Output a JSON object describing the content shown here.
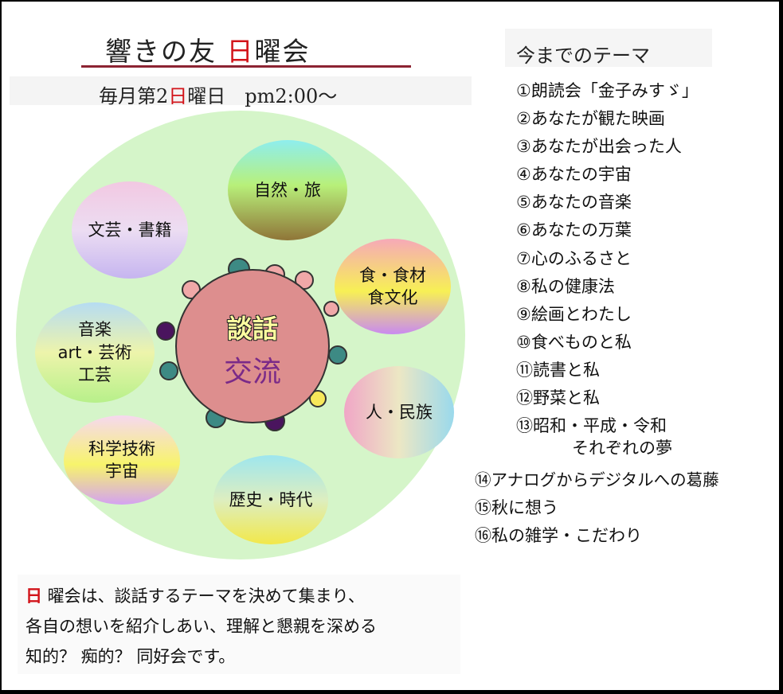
{
  "header": {
    "title_main": "響きの友",
    "title_red": "日",
    "title_tail": "曜会",
    "schedule_a": "毎月第2",
    "schedule_red": "日",
    "schedule_b": "曜日　pm2:00～"
  },
  "diagram": {
    "center_top": "談話",
    "center_bottom": "交流",
    "bubbles": [
      "自然・旅",
      "食・食材\n食文化",
      "人・民族",
      "歴史・時代",
      "科学技術\n宇宙",
      "音楽\nart・芸術\n工芸",
      "文芸・書籍"
    ],
    "colors": {
      "outer": "#d5f5c9",
      "center": "#dd8e8e",
      "seat_teal": "#3d8a84",
      "seat_pink": "#f0a8a8",
      "seat_purple": "#4a145e",
      "seat_yellow": "#f7e85a"
    }
  },
  "themes": {
    "heading": "今までのテーマ",
    "items": [
      "①朗読会「金子みすゞ」",
      "②あなたが観た映画",
      "③あなたが出会った人",
      "④あなたの宇宙",
      "⑤あなたの音楽",
      "⑥あなたの万葉",
      "⑦心のふるさと",
      "⑧私の健康法",
      "⑨絵画とわたし",
      "⑩食べものと私",
      "⑪読書と私",
      "⑫野菜と私",
      "⑬昭和・平成・令和",
      "それぞれの夢",
      "⑭アナログからデジタルへの葛藤",
      "⑮秋に想う",
      "⑯私の雑学・こだわり"
    ]
  },
  "description": {
    "red": "日",
    "line1": " 曜会は、談話するテーマを決めて集まり、",
    "line2": "各自の想いを紹介しあい、理解と懇親を深める",
    "line3": "知的？ 痴的？ 同好会です。"
  }
}
